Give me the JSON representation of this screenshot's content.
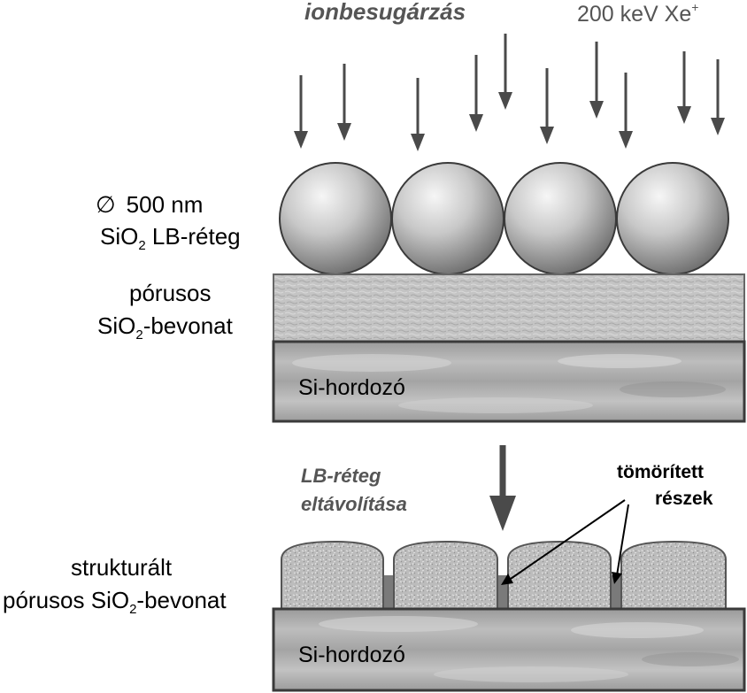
{
  "top": {
    "irradiation_label": "ionbesugárzás",
    "ion": {
      "energy": "200 keV Xe",
      "charge": "+"
    }
  },
  "labels": {
    "sphere_size": {
      "symbol": "∅",
      "text": "500 nm"
    },
    "lb_layer": {
      "main": "SiO",
      "sub": "2",
      "rest": " LB-réteg"
    },
    "porous_coating": {
      "line1": "pórusos",
      "line2": {
        "main": "SiO",
        "sub": "2",
        "rest": "-bevonat"
      }
    },
    "substrate_top": "Si-hordozó",
    "removal": {
      "line1": "LB-réteg",
      "line2": "eltávolítása"
    },
    "compacted": {
      "line1": "tömörített",
      "line2": "részek"
    },
    "structured": {
      "line1": "strukturált",
      "line2": {
        "main": "pórusos SiO",
        "sub": "2",
        "rest": "-bevonat"
      }
    },
    "substrate_bottom": "Si-hordozó"
  },
  "colors": {
    "arrow": "#4a4a4a",
    "text_grey": "#555555",
    "sphere_light": "#f4f4f4",
    "sphere_dark": "#6e6e6e",
    "compacted": "#7a7a7a"
  }
}
